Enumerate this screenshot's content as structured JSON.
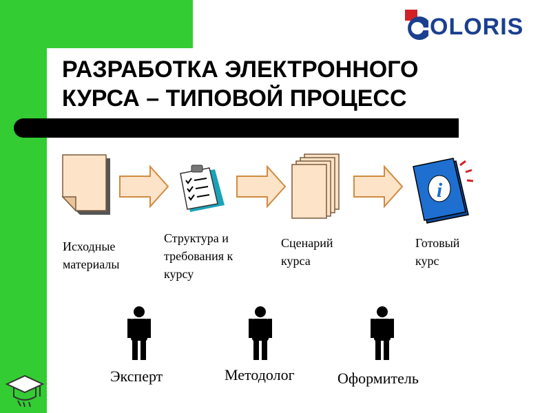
{
  "logo": {
    "text": "OLORIS"
  },
  "title": {
    "line1": "РАЗРАБОТКА ЭЛЕКТРОННОГО",
    "line2": "КУРСА – ТИПОВОЙ ПРОЦЕСС"
  },
  "process_steps": [
    {
      "label_lines": [
        "Исходные",
        "материалы"
      ],
      "icon": "document-icon"
    },
    {
      "label_lines": [
        "Структура и",
        "требования к",
        "курсу"
      ],
      "icon": "clipboard-checklist-icon"
    },
    {
      "label_lines": [
        "Сценарий",
        "курса"
      ],
      "icon": "document-stack-icon"
    },
    {
      "label_lines": [
        "Готовый",
        "курс"
      ],
      "icon": "info-book-icon"
    }
  ],
  "roles": [
    {
      "label": "Эксперт",
      "icon": "person-icon"
    },
    {
      "label": "Методолог",
      "icon": "person-icon"
    },
    {
      "label": "Оформитель",
      "icon": "person-icon"
    }
  ],
  "colors": {
    "green": "#33cc33",
    "arrow_fill": "#fde3c8",
    "arrow_stroke": "#d08a40",
    "logo_blue": "#1a3f8f",
    "logo_red": "#d32027",
    "book_blue": "#1e6fd0"
  }
}
